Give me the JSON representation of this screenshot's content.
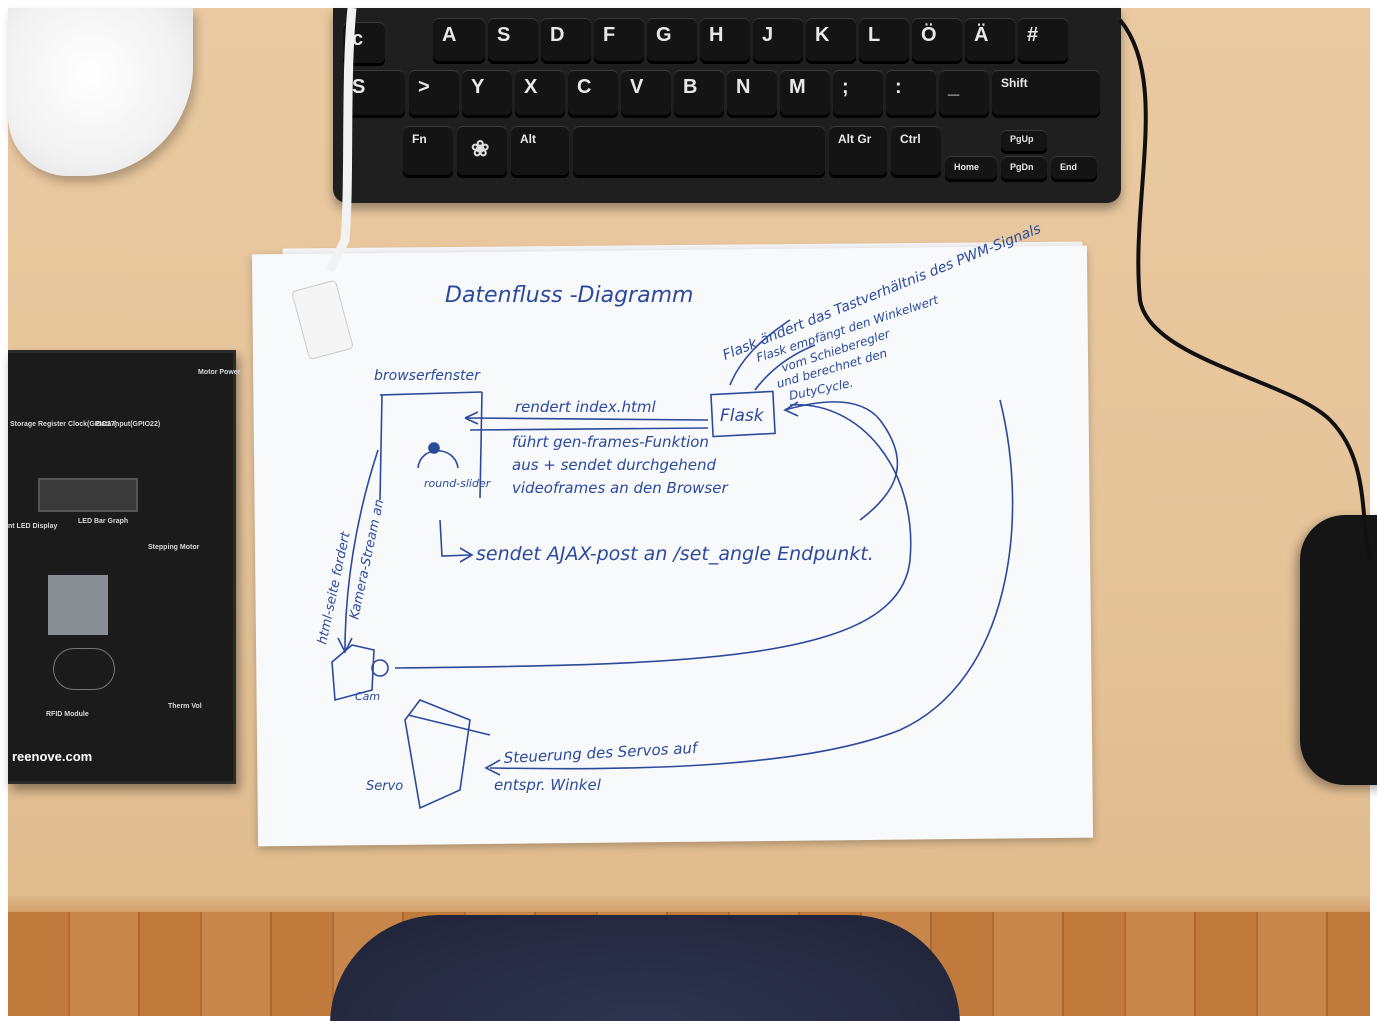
{
  "keyboard": {
    "row1": [
      "A",
      "S",
      "D",
      "F",
      "G",
      "H",
      "J",
      "K",
      "L",
      "Ö",
      "Ä",
      "#"
    ],
    "row2": [
      ">",
      "Y",
      "X",
      "C",
      "V",
      "B",
      "N",
      "M",
      ";",
      ":",
      "_",
      "Shift"
    ],
    "row3": [
      "Fn",
      "Alt",
      "Alt Gr",
      "Ctrl",
      "PgUp",
      "Home",
      "PgDn",
      "End"
    ]
  },
  "board": {
    "labels": [
      "Storage Register Clock(GPIO27)",
      "Data Input(GPIO22)",
      "LED Bar Graph",
      "nt LED Display",
      "Stepping Motor",
      "RFID Module",
      "Motor Power",
      "Therm Vol"
    ],
    "brand": "reenove.com"
  },
  "sketch": {
    "title": "Datenfluss -Diagramm",
    "browser_label": "browserfenster",
    "slider_label": "round-slider",
    "flask_label": "Flask",
    "render_text": "rendert index.html",
    "gen_frames_line1": "führt gen-frames-Funktion",
    "gen_frames_line2": "aus + sendet durchgehend",
    "gen_frames_line3": "videoframes an den Browser",
    "ajax_text": "sendet AJAX-post an /set_angle Endpunkt.",
    "html_request_text": "html-seite fordert",
    "stream_text": "Kamera-Stream an",
    "cam_label": "Cam",
    "servo_label": "Servo",
    "servo_control_line1": "Steuerung des Servos auf",
    "servo_control_line2": "entspr. Winkel",
    "pwm_text": "Flask ändert das Tastverhältnis des PWM-Signals",
    "angle_line1": "Flask empfängt den Winkelwert",
    "angle_line2": "vom Schieberegler",
    "angle_line3": "und berechnet den",
    "angle_line4": "DutyCycle."
  },
  "colors": {
    "ink": "#2c4a9c",
    "desk": "#e6c49a",
    "paper": "#f8f9fb"
  }
}
